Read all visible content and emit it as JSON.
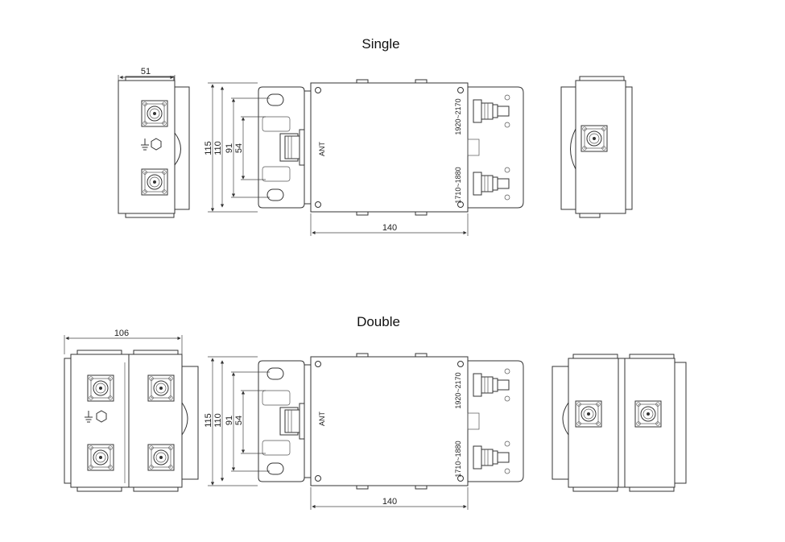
{
  "titles": {
    "single": "Single",
    "double": "Double"
  },
  "single": {
    "width_side": "51",
    "height_115": "115",
    "height_110": "110",
    "height_91": "91",
    "height_54": "54",
    "length": "140",
    "port_high": "1920~2170",
    "port_low": "1710~1880",
    "port_ant": "ANT"
  },
  "double": {
    "width_side": "106",
    "height_115": "115",
    "height_110": "110",
    "height_91": "91",
    "height_54": "54",
    "length": "140",
    "port_high": "1920~2170",
    "port_low": "1710~1880",
    "port_ant": "ANT"
  }
}
